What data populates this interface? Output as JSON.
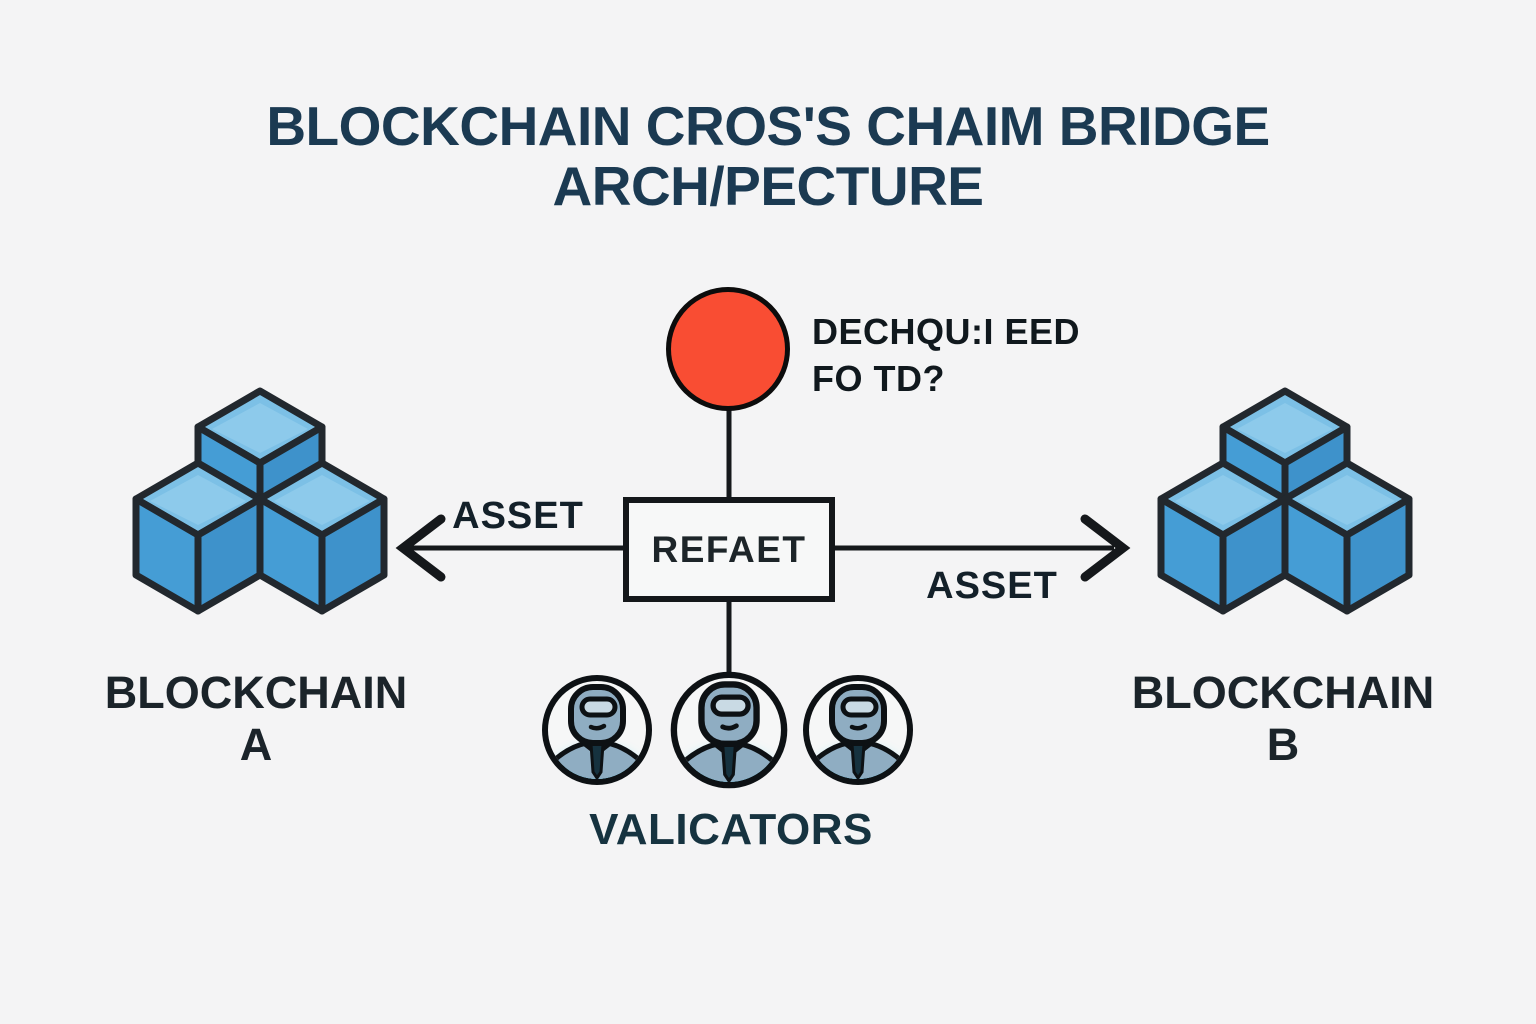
{
  "title": {
    "line1": "BLOCKCHAIN CROS'S CHAIM BRIDGE",
    "line2": "ARCH/PECTURE"
  },
  "oracle": {
    "line1": "DECHQU:I EED",
    "line2": "FO TD?"
  },
  "bridge": {
    "label": "REFAET"
  },
  "arrows": {
    "left_label": "ASSET",
    "right_label": "ASSET"
  },
  "chain_a": {
    "name": "BLOCKCHAIN",
    "letter": "A"
  },
  "chain_b": {
    "name": "BLOCKCHAIN",
    "letter": "B"
  },
  "validators": {
    "label": "VALICATORS",
    "count": 3
  },
  "colors": {
    "background": "#f4f4f5",
    "title_text": "#1b3a52",
    "oracle_red": "#f94d33",
    "cube_top": "#7cc0e6",
    "cube_left": "#459dd5",
    "cube_right": "#3e92cb",
    "outline": "#15181b",
    "validator_glow": "#19c9f4",
    "avatar_fill": "#8fadc2"
  }
}
